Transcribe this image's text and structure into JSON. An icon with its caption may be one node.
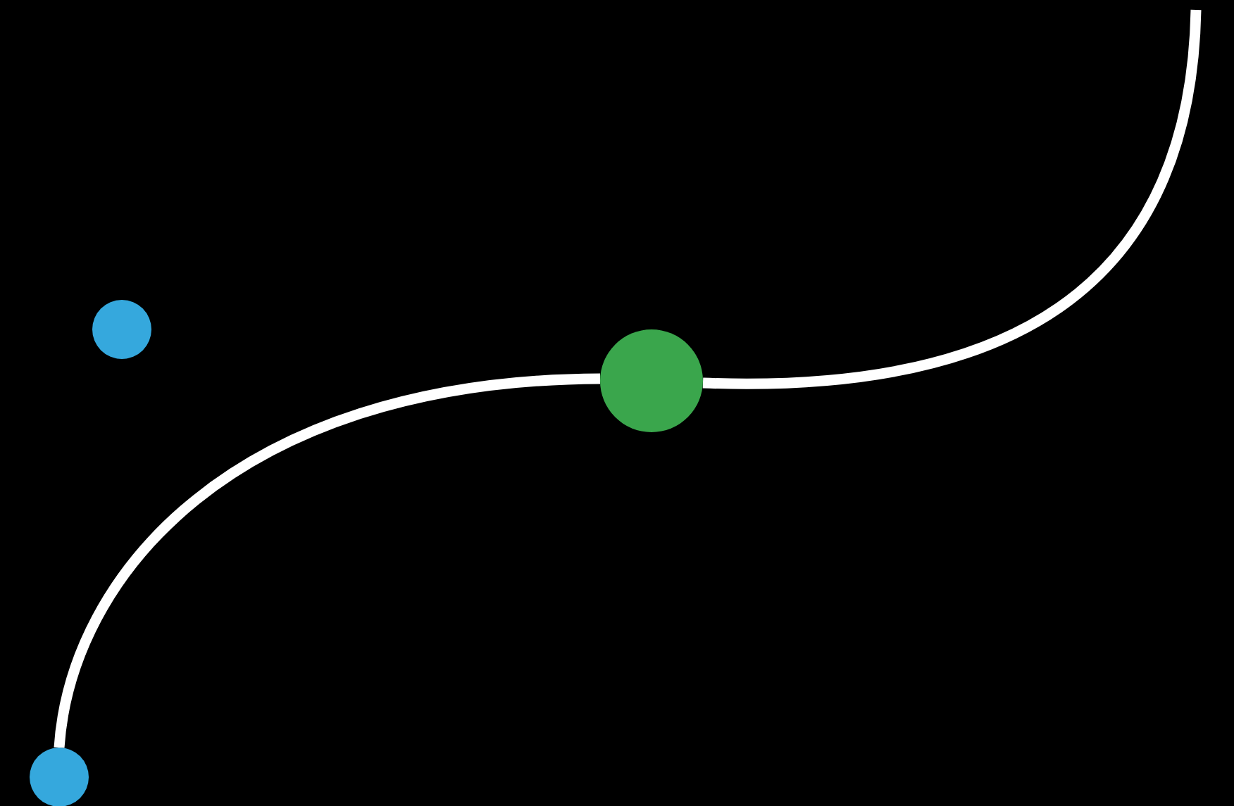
{
  "diagram": {
    "nodes": [
      {
        "text": [],
        "shape": "circle"
      },
      {
        "text": [],
        "shape": "circle"
      },
      {
        "text": [],
        "shape": "circle"
      }
    ],
    "edges": [
      {
        "from": 0,
        "to": 2,
        "arrow": "none"
      },
      {
        "from": 2,
        "to": null,
        "arrow": "none"
      }
    ]
  }
}
